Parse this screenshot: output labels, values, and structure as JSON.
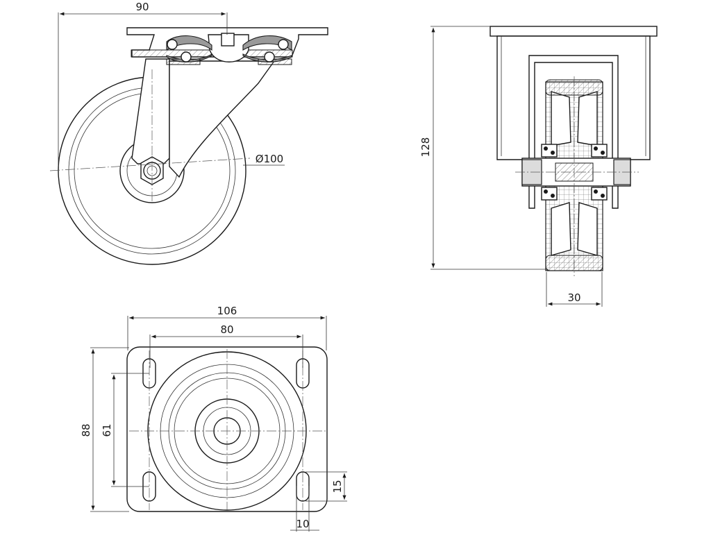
{
  "dimensions": {
    "side_width": "90",
    "wheel_diameter": "Ø100",
    "overall_height": "128",
    "wheel_width": "30",
    "plate_width": "106",
    "hole_spacing_x": "80",
    "plate_height": "88",
    "hole_spacing_y": "61",
    "slot_length": "15",
    "slot_width": "10"
  }
}
